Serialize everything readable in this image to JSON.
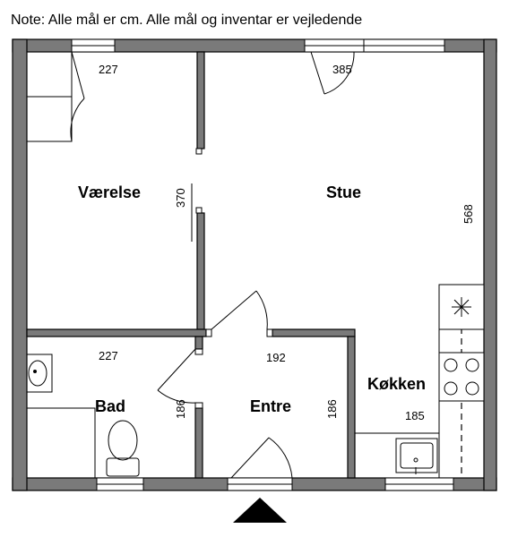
{
  "note": "Note: Alle mål er cm. Alle mål og inventar er vejledende",
  "rooms": {
    "vaerelse": "Værelse",
    "stue": "Stue",
    "bad": "Bad",
    "entre": "Entre",
    "kokken": "Køkken"
  },
  "dimensions": {
    "vaerelse_width": "227",
    "stue_width": "385",
    "wall_height": "370",
    "total_height": "568",
    "bad_width": "227",
    "entre_width": "192",
    "bad_height": "186",
    "entre_height": "186",
    "kokken_width": "185"
  },
  "colors": {
    "wall": "#7a7a7a",
    "outline": "#000000",
    "background": "#ffffff"
  }
}
